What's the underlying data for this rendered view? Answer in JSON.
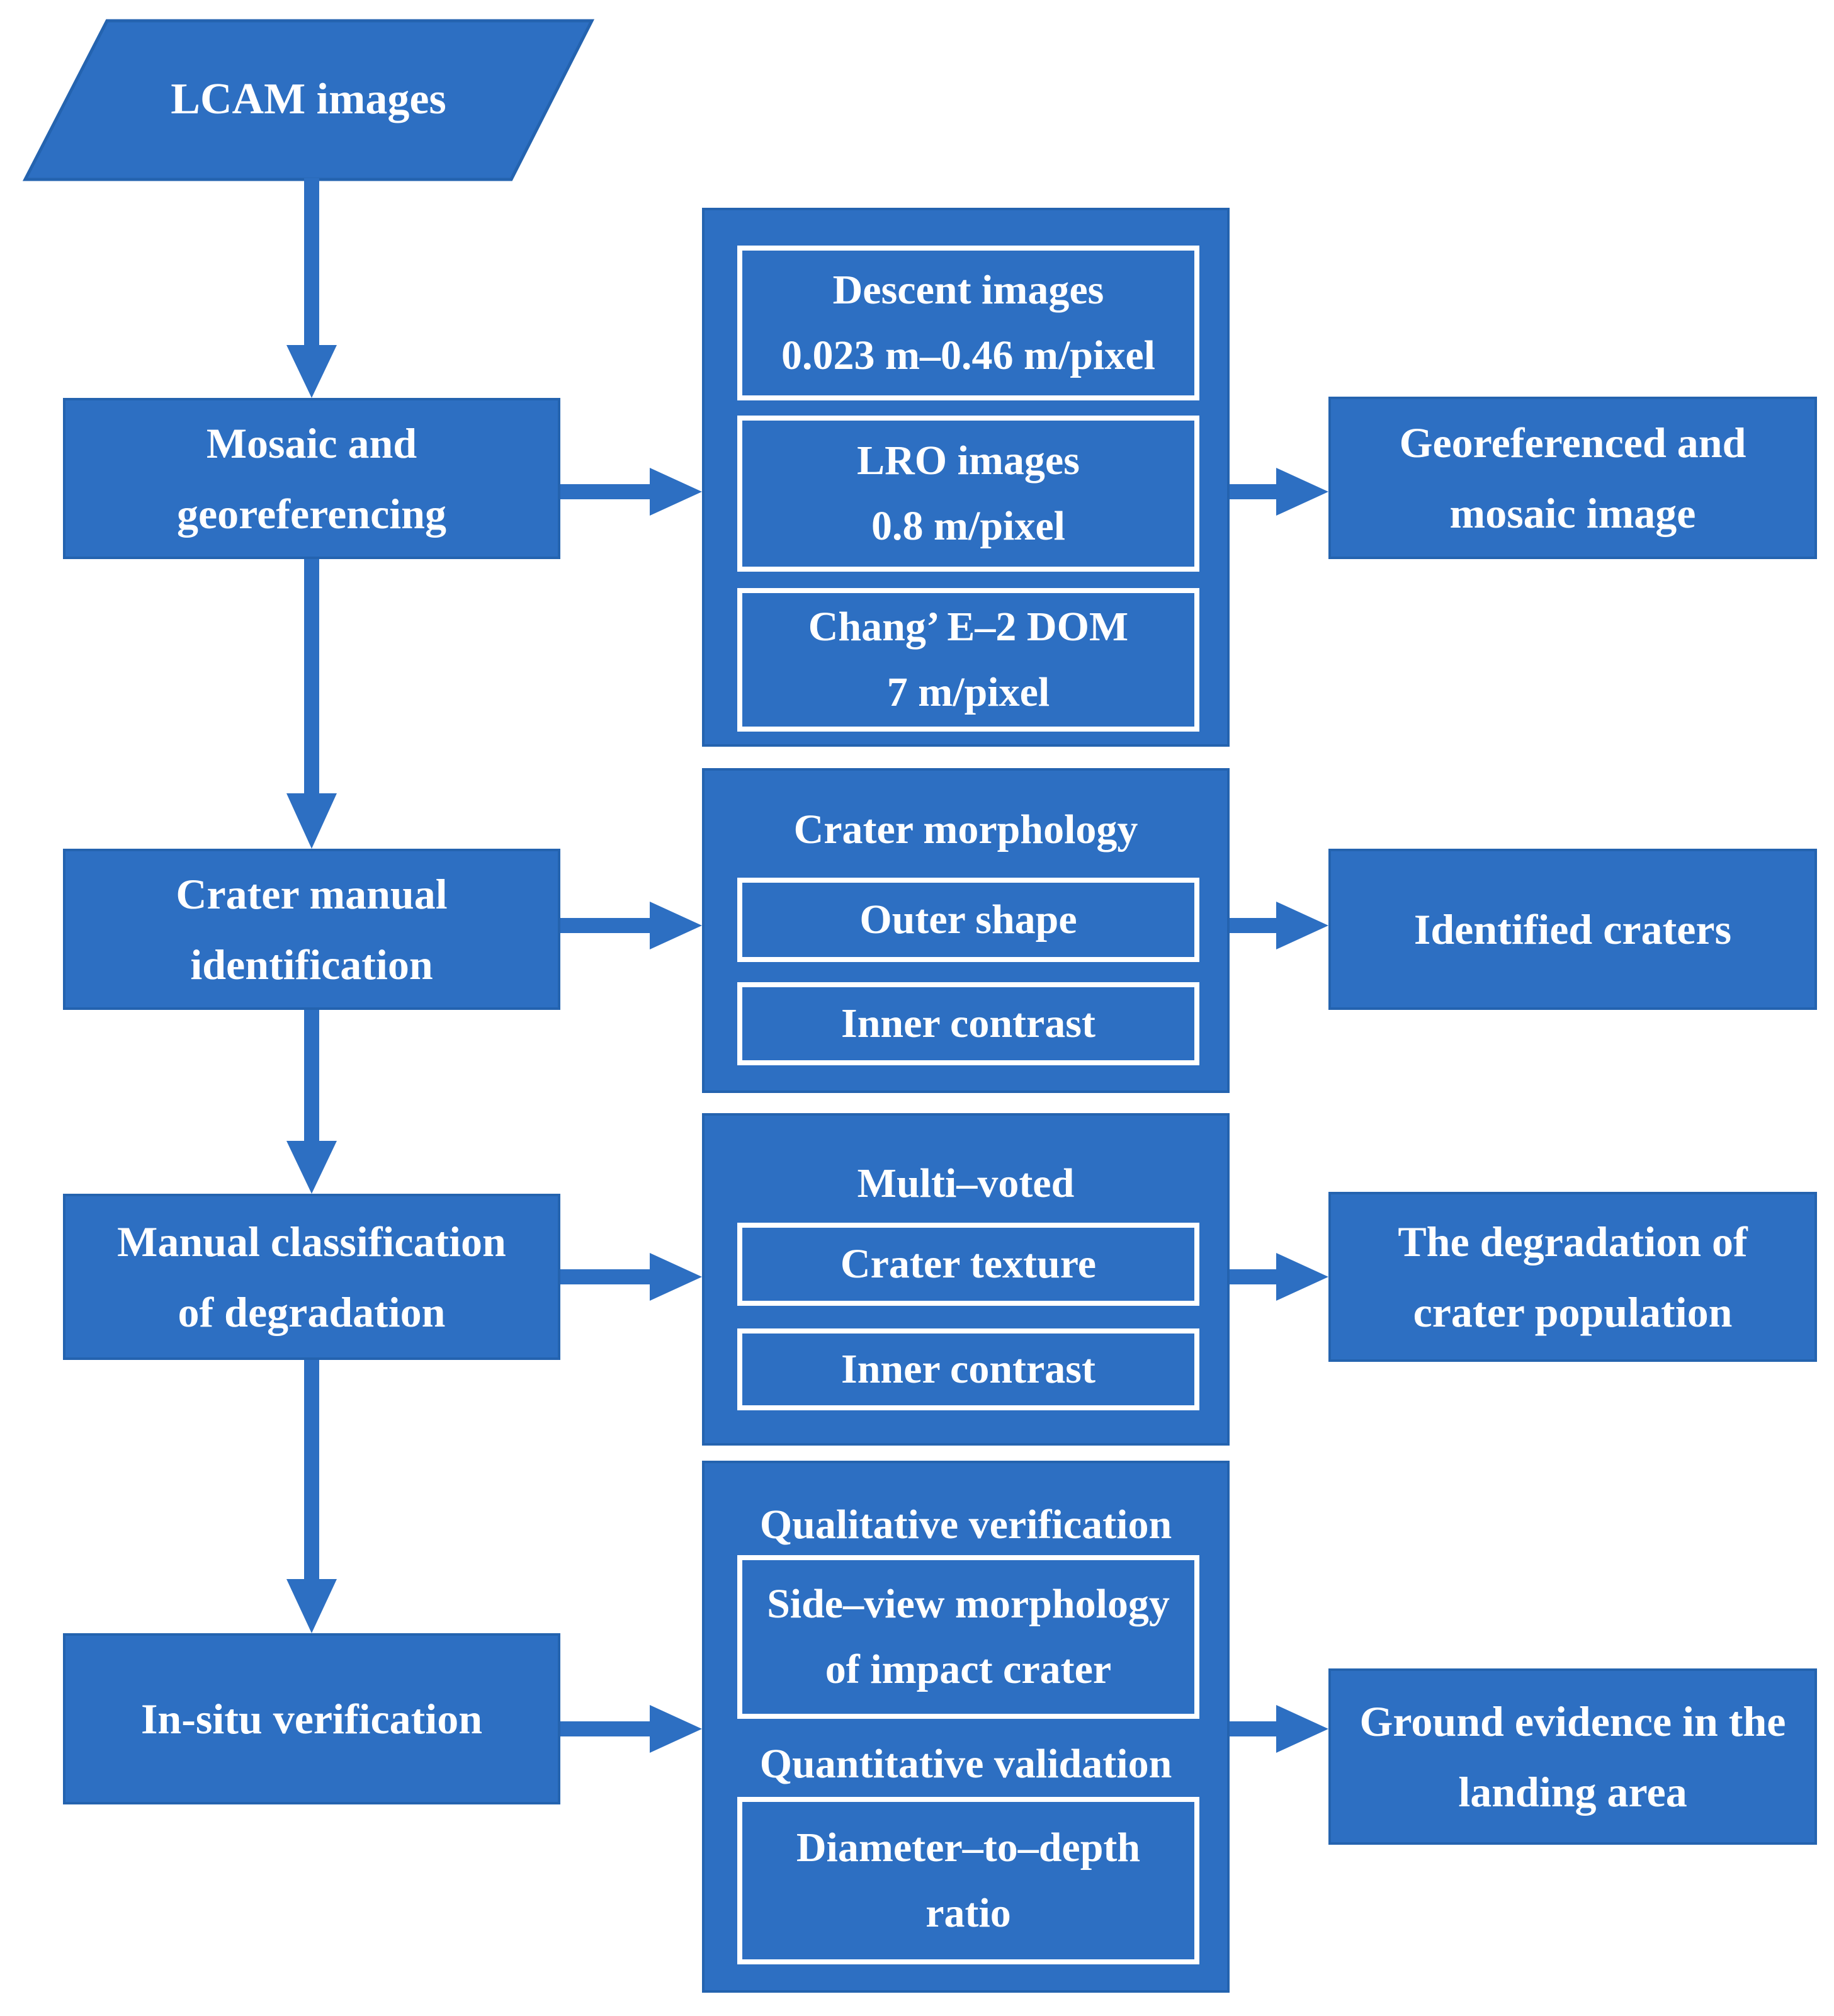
{
  "colors": {
    "node_fill": "#2D6FC2",
    "node_border": "#2463AF",
    "inner_border": "#FFFFFF",
    "text": "#FFFFFF",
    "background": "#FFFFFF"
  },
  "start_node": {
    "label": "LCAM images"
  },
  "rows": [
    {
      "step": {
        "line1": "Mosaic and",
        "line2": "georeferencing"
      },
      "detail": {
        "items": [
          {
            "line1": "Descent images",
            "line2": "0.023 m–0.46 m/pixel"
          },
          {
            "line1": "LRO images",
            "line2": "0.8 m/pixel"
          },
          {
            "line1": "Chang’ E–2 DOM",
            "line2": "7 m/pixel"
          }
        ]
      },
      "output": {
        "line1": "Georeferenced and",
        "line2": "mosaic image"
      }
    },
    {
      "step": {
        "line1": "Crater manual",
        "line2": "identification"
      },
      "detail": {
        "heading": "Crater morphology",
        "items": [
          {
            "line1": "Outer shape"
          },
          {
            "line1": "Inner contrast"
          }
        ]
      },
      "output": {
        "line1": "Identified craters"
      }
    },
    {
      "step": {
        "line1": "Manual classification",
        "line2": "of degradation"
      },
      "detail": {
        "heading": "Multi–voted",
        "items": [
          {
            "line1": "Crater texture"
          },
          {
            "line1": "Inner contrast"
          }
        ]
      },
      "output": {
        "line1": "The degradation of",
        "line2": "crater population"
      }
    },
    {
      "step": {
        "line1": "In-situ verification"
      },
      "detail": {
        "heading": "Qualitative verification",
        "items": [
          {
            "line1": "Side–view morphology",
            "line2": "of impact crater"
          }
        ],
        "heading2": "Quantitative validation",
        "items2": [
          {
            "line1": "Diameter–to–depth",
            "line2": "ratio"
          }
        ]
      },
      "output": {
        "line1": "Ground evidence in the",
        "line2": "landing area"
      }
    }
  ]
}
